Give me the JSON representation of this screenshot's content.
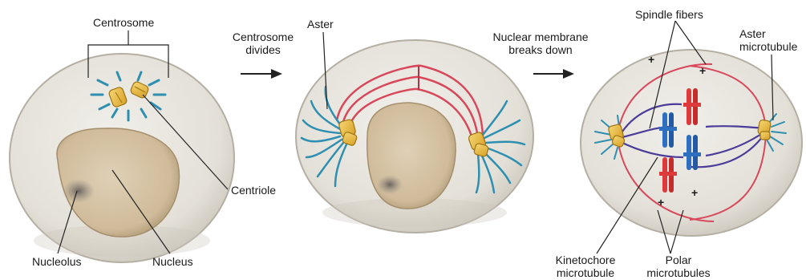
{
  "labels": {
    "centrosome": "Centrosome",
    "centriole": "Centriole",
    "nucleolus": "Nucleolus",
    "nucleus": "Nucleus",
    "aster": "Aster",
    "step1_arrow": "Centrosome\ndivides",
    "step2_arrow": "Nuclear membrane\nbreaks down",
    "spindle_fibers": "Spindle fibers",
    "aster_microtubule": "Aster\nmicrotubule",
    "kinetochore_microtubule": "Kinetochore\nmicrotubule",
    "polar_microtubules": "Polar\nmicrotubules",
    "plus_1": "+",
    "plus_2": "+",
    "plus_3": "+",
    "plus_4": "+"
  },
  "colors": {
    "cell_fill": "#e4e1d9",
    "cell_edge": "#b9b4a8",
    "nucleus_fill": "#d7c4a6",
    "nucleus_edge": "#a58e6c",
    "microtubule_blue": "#2e8fb0",
    "spindle_red": "#d8475a",
    "kinetochore_purple": "#4b3c9a",
    "centriole_yellow": "#e8b83a",
    "chromosome_red": "#dd3b3b",
    "chromosome_blue": "#2f6fbf"
  }
}
